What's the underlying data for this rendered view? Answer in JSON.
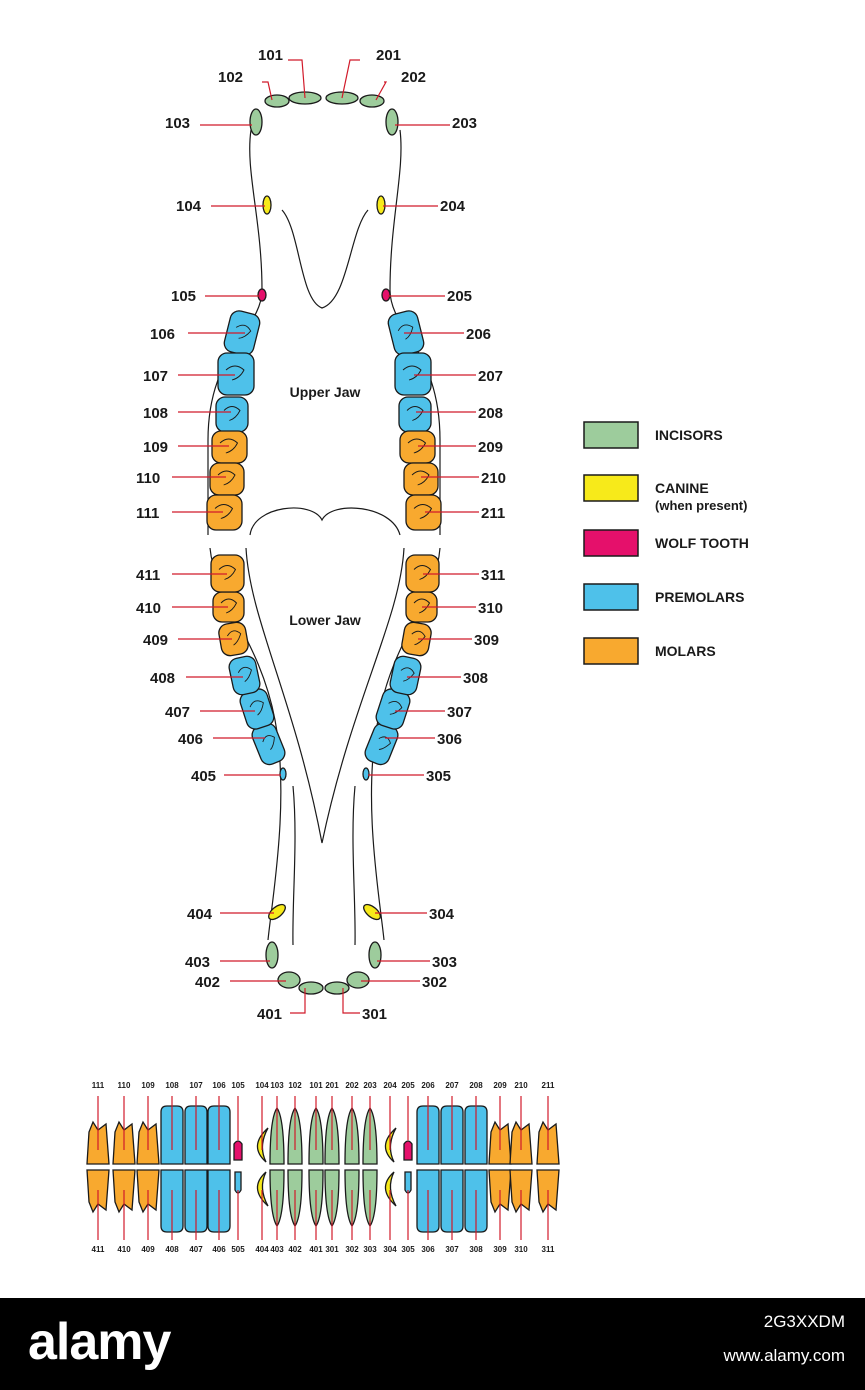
{
  "colors": {
    "incisor": "#9dcc9c",
    "canine": "#f7ea1a",
    "wolf": "#e5106b",
    "premolar": "#4ec1ea",
    "molar": "#f8a92f",
    "leader": "#d11a2a"
  },
  "jaw_labels": {
    "upper": "Upper Jaw",
    "lower": "Lower Jaw"
  },
  "legend": [
    {
      "label": "INCISORS",
      "sub": "",
      "type": "incisor"
    },
    {
      "label": "CANINE",
      "sub": "(when present)",
      "type": "canine"
    },
    {
      "label": "WOLF TOOTH",
      "sub": "",
      "type": "wolf"
    },
    {
      "label": "PREMOLARS",
      "sub": "",
      "type": "premolar"
    },
    {
      "label": "MOLARS",
      "sub": "",
      "type": "molar"
    }
  ],
  "upper_teeth": [
    {
      "id": "101",
      "type": "incisor"
    },
    {
      "id": "102",
      "type": "incisor"
    },
    {
      "id": "103",
      "type": "incisor"
    },
    {
      "id": "104",
      "type": "canine"
    },
    {
      "id": "105",
      "type": "wolf"
    },
    {
      "id": "106",
      "type": "premolar"
    },
    {
      "id": "107",
      "type": "premolar"
    },
    {
      "id": "108",
      "type": "premolar"
    },
    {
      "id": "109",
      "type": "molar"
    },
    {
      "id": "110",
      "type": "molar"
    },
    {
      "id": "111",
      "type": "molar"
    },
    {
      "id": "201",
      "type": "incisor"
    },
    {
      "id": "202",
      "type": "incisor"
    },
    {
      "id": "203",
      "type": "incisor"
    },
    {
      "id": "204",
      "type": "canine"
    },
    {
      "id": "205",
      "type": "wolf"
    },
    {
      "id": "206",
      "type": "premolar"
    },
    {
      "id": "207",
      "type": "premolar"
    },
    {
      "id": "208",
      "type": "premolar"
    },
    {
      "id": "209",
      "type": "molar"
    },
    {
      "id": "210",
      "type": "molar"
    },
    {
      "id": "211",
      "type": "molar"
    }
  ],
  "lower_teeth": [
    {
      "id": "301",
      "type": "incisor"
    },
    {
      "id": "302",
      "type": "incisor"
    },
    {
      "id": "303",
      "type": "incisor"
    },
    {
      "id": "304",
      "type": "canine"
    },
    {
      "id": "305",
      "type": "premolar"
    },
    {
      "id": "306",
      "type": "premolar"
    },
    {
      "id": "307",
      "type": "premolar"
    },
    {
      "id": "308",
      "type": "premolar"
    },
    {
      "id": "309",
      "type": "molar"
    },
    {
      "id": "310",
      "type": "molar"
    },
    {
      "id": "311",
      "type": "molar"
    },
    {
      "id": "401",
      "type": "incisor"
    },
    {
      "id": "402",
      "type": "incisor"
    },
    {
      "id": "403",
      "type": "incisor"
    },
    {
      "id": "404",
      "type": "canine"
    },
    {
      "id": "405",
      "type": "premolar"
    },
    {
      "id": "406",
      "type": "premolar"
    },
    {
      "id": "407",
      "type": "premolar"
    },
    {
      "id": "408",
      "type": "premolar"
    },
    {
      "id": "409",
      "type": "molar"
    },
    {
      "id": "410",
      "type": "molar"
    },
    {
      "id": "411",
      "type": "molar"
    }
  ],
  "side_view": {
    "upper": [
      {
        "id": "111",
        "type": "molar"
      },
      {
        "id": "110",
        "type": "molar"
      },
      {
        "id": "109",
        "type": "molar"
      },
      {
        "id": "108",
        "type": "premolar"
      },
      {
        "id": "107",
        "type": "premolar"
      },
      {
        "id": "106",
        "type": "premolar"
      },
      {
        "id": "105",
        "type": "wolf"
      },
      {
        "id": "104",
        "type": "canine"
      },
      {
        "id": "103",
        "type": "incisor"
      },
      {
        "id": "102",
        "type": "incisor"
      },
      {
        "id": "101",
        "type": "incisor"
      },
      {
        "id": "201",
        "type": "incisor"
      },
      {
        "id": "202",
        "type": "incisor"
      },
      {
        "id": "203",
        "type": "incisor"
      },
      {
        "id": "204",
        "type": "canine"
      },
      {
        "id": "205",
        "type": "wolf"
      },
      {
        "id": "206",
        "type": "premolar"
      },
      {
        "id": "207",
        "type": "premolar"
      },
      {
        "id": "208",
        "type": "premolar"
      },
      {
        "id": "209",
        "type": "molar"
      },
      {
        "id": "210",
        "type": "molar"
      },
      {
        "id": "211",
        "type": "molar"
      }
    ],
    "lower": [
      {
        "id": "411",
        "type": "molar"
      },
      {
        "id": "410",
        "type": "molar"
      },
      {
        "id": "409",
        "type": "molar"
      },
      {
        "id": "408",
        "type": "premolar"
      },
      {
        "id": "407",
        "type": "premolar"
      },
      {
        "id": "406",
        "type": "premolar"
      },
      {
        "id": "505",
        "type": "premolar"
      },
      {
        "id": "404",
        "type": "canine"
      },
      {
        "id": "403",
        "type": "incisor"
      },
      {
        "id": "402",
        "type": "incisor"
      },
      {
        "id": "401",
        "type": "incisor"
      },
      {
        "id": "301",
        "type": "incisor"
      },
      {
        "id": "302",
        "type": "incisor"
      },
      {
        "id": "303",
        "type": "incisor"
      },
      {
        "id": "304",
        "type": "canine"
      },
      {
        "id": "305",
        "type": "premolar"
      },
      {
        "id": "306",
        "type": "premolar"
      },
      {
        "id": "307",
        "type": "premolar"
      },
      {
        "id": "308",
        "type": "premolar"
      },
      {
        "id": "309",
        "type": "molar"
      },
      {
        "id": "310",
        "type": "molar"
      },
      {
        "id": "311",
        "type": "molar"
      }
    ]
  },
  "footer": {
    "brand": "alamy",
    "image_id": "2G3XXDM",
    "site": "www.alamy.com"
  }
}
